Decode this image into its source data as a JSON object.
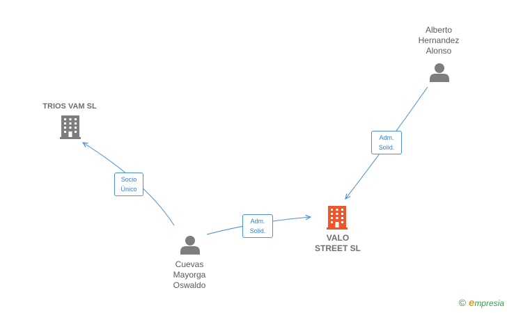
{
  "nodes": {
    "trios": {
      "label": "TRIOS VAM  SL",
      "type": "company",
      "icon": "building-icon",
      "color": "#7d7d7d"
    },
    "valo": {
      "label": "VALO\nSTREET  SL",
      "type": "company",
      "icon": "building-icon",
      "color": "#f0562a"
    },
    "alberto": {
      "label": "Alberto\nHernandez\nAlonso",
      "type": "person",
      "icon": "person-icon",
      "color": "#7d7d7d"
    },
    "cuevas": {
      "label": "Cuevas\nMayorga\nOswaldo",
      "type": "person",
      "icon": "person-icon",
      "color": "#7d7d7d"
    }
  },
  "edges": [
    {
      "from": "cuevas",
      "to": "trios",
      "label": "Socio\nÚnico"
    },
    {
      "from": "cuevas",
      "to": "valo",
      "label": "Adm.\nSolid."
    },
    {
      "from": "alberto",
      "to": "valo",
      "label": "Adm.\nSolid."
    }
  ],
  "colors": {
    "edge": "#4a90d9",
    "edge_text": "#3a7fd0"
  },
  "brand": {
    "symbol": "©",
    "initial": "e",
    "name": "mpresia"
  }
}
